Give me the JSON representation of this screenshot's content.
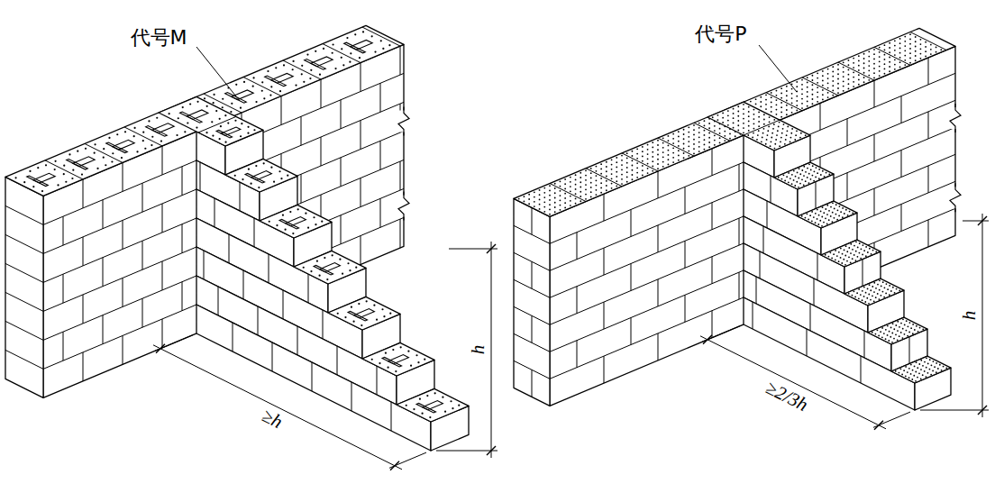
{
  "diagram": {
    "labels": [
      "代号M",
      "代号P",
      "≥h",
      "h",
      "≥2/3h",
      "h"
    ]
  }
}
